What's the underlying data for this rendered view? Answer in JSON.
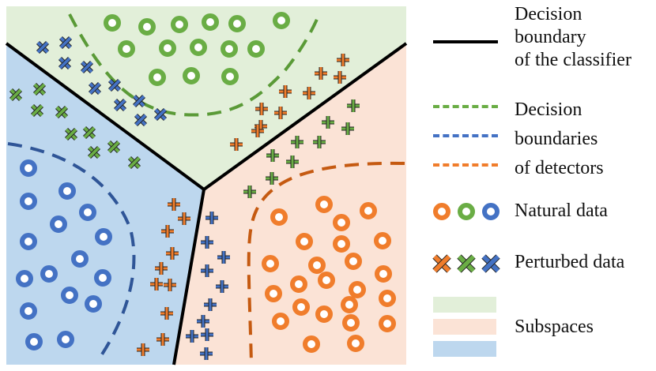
{
  "legend": {
    "classifier_label": "Decision\nboundary\nof the classifier",
    "detectors_label": "Decision\nboundaries\nof detectors",
    "natural_label": "Natural data",
    "perturbed_label": "Perturbed data",
    "subspaces_label": "Subspaces"
  },
  "colors": {
    "orange": "#f07d2c",
    "green": "#6aad45",
    "blue": "#4472c4",
    "classifier_boundary": "#000000",
    "green_detector": "#5a9a37",
    "blue_detector": "#2f5597",
    "orange_detector": "#c55a11",
    "green_region": "#e2efd9",
    "orange_region": "#fbe3d6",
    "blue_region": "#bdd7ee"
  },
  "icons": {
    "natural": "ring-marker",
    "perturbed": "cross-marker"
  }
}
